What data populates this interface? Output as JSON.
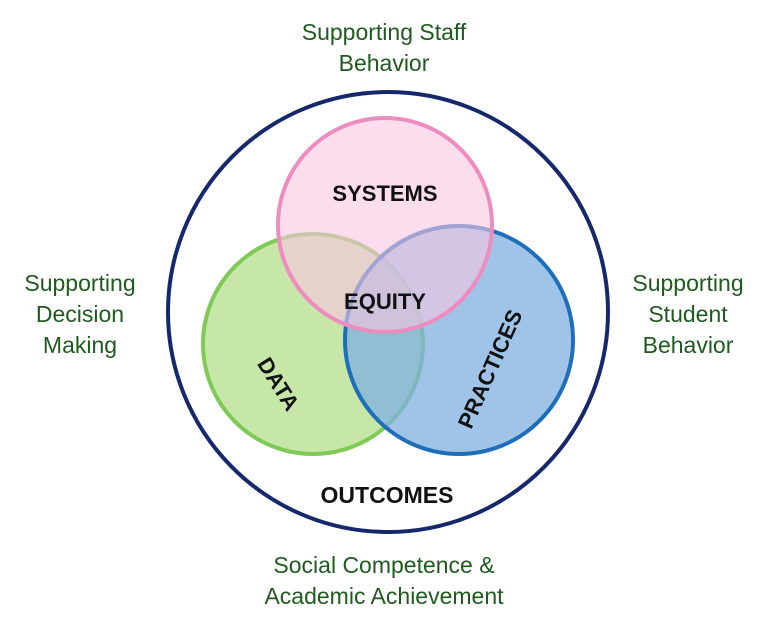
{
  "outer_labels": {
    "top": "Supporting Staff\nBehavior",
    "left": "Supporting\nDecision\nMaking",
    "right": "Supporting\nStudent\nBehavior",
    "bottom": "Social Competence &\nAcademic Achievement"
  },
  "circles": {
    "systems": {
      "label": "SYSTEMS",
      "fill": "#f9c6e2",
      "stroke": "#ee8cbf"
    },
    "data": {
      "label": "DATA",
      "fill": "#c4e6a4",
      "stroke": "#7fc956"
    },
    "practices": {
      "label": "PRACTICES",
      "fill": "#7fb0e0",
      "stroke": "#1f6fb8"
    },
    "center": {
      "label": "EQUITY"
    },
    "outer": {
      "label": "OUTCOMES",
      "stroke": "#16286b"
    }
  },
  "colors": {
    "label_text": "#1f5a1f"
  }
}
